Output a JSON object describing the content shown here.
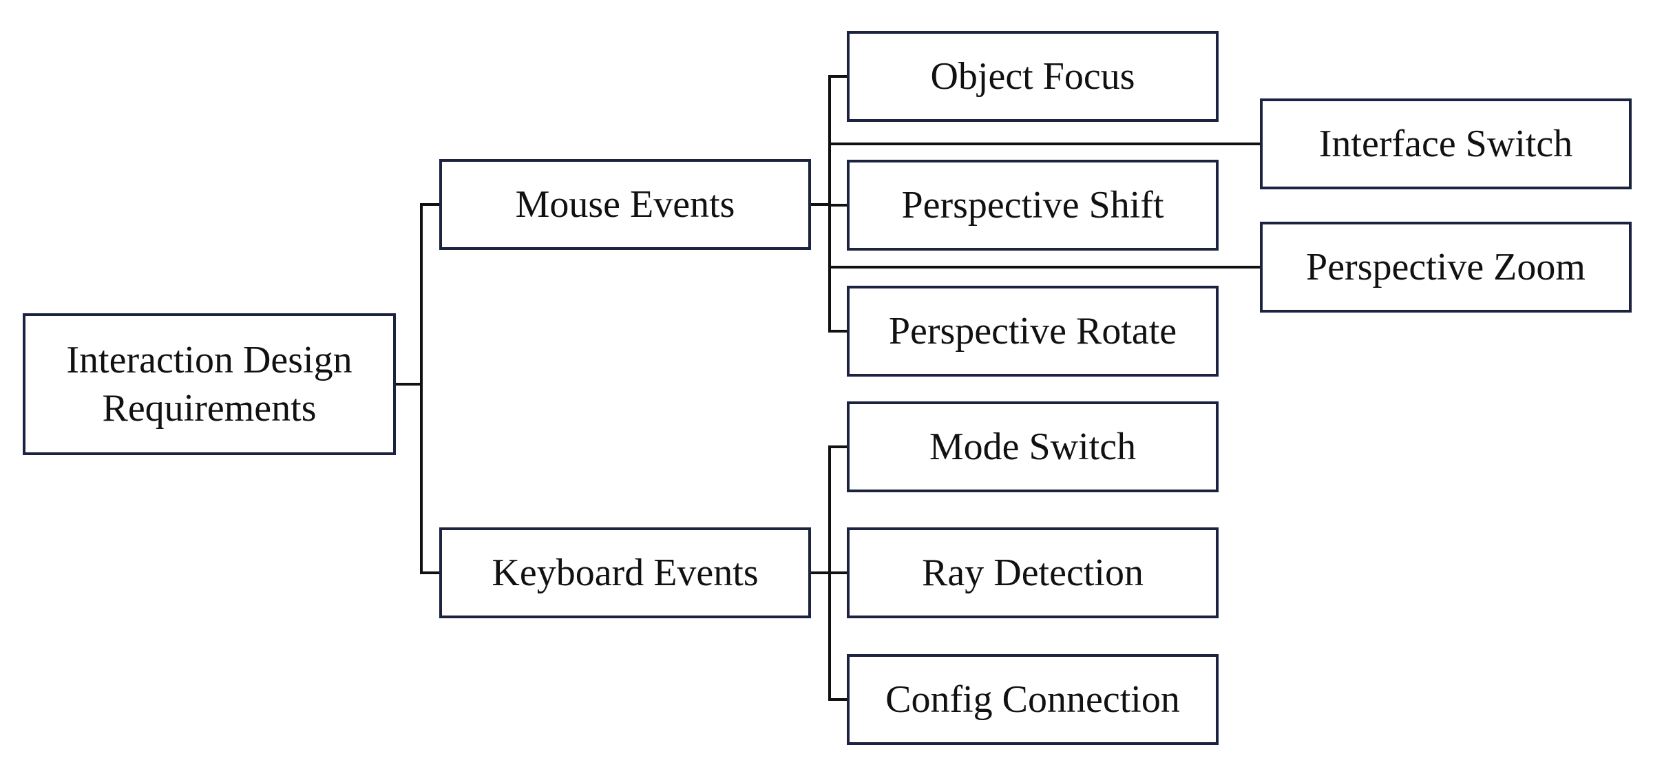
{
  "diagram": {
    "root": {
      "label": "Interaction Design\nRequirements"
    },
    "mouse_events": {
      "label": "Mouse Events",
      "children": [
        {
          "label": "Object Focus"
        },
        {
          "label": "Interface Switch"
        },
        {
          "label": "Perspective Shift"
        },
        {
          "label": "Perspective Zoom"
        },
        {
          "label": "Perspective Rotate"
        }
      ]
    },
    "keyboard_events": {
      "label": "Keyboard Events",
      "children": [
        {
          "label": "Mode Switch"
        },
        {
          "label": "Ray Detection"
        },
        {
          "label": "Config Connection"
        }
      ]
    },
    "colors": {
      "border": "#1b2340",
      "connector": "#111111",
      "text": "#111111",
      "background": "#ffffff"
    }
  }
}
